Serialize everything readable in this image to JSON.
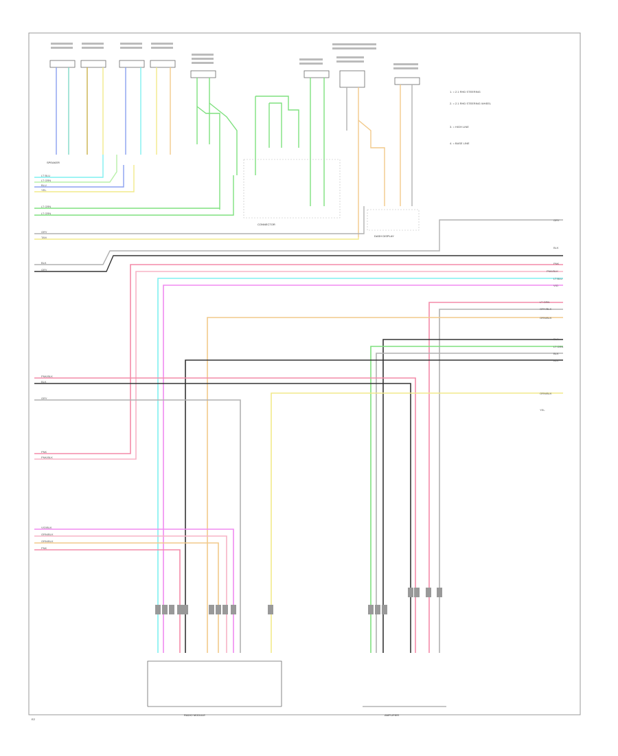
{
  "diagram": {
    "footer_code": "E2",
    "notes": [
      "1. = 2.1 RHD STEERING",
      "2. = 2.1 RHD STEERING WHEEL",
      "3. = HIGH LINE",
      "4. = BASE LINE"
    ],
    "components": {
      "speaker_group": "SPEAKER",
      "connector_center": "CONNECTOR",
      "radio_module": "RADIO MODULE",
      "amplifier": "AMPLIFIER",
      "dash_display": "DASH DISPLAY"
    },
    "right_labels": [
      "GRY",
      "BLK",
      "PNK",
      "PNK/BLK",
      "LT BLU",
      "VIO",
      "LT GRN",
      "GRY/BLK",
      "ORN/BLK",
      "BLK",
      "LT GRN",
      "BLK",
      "BLK",
      "ORN/BLK",
      "YEL"
    ],
    "left_labels": [
      "LT BLU",
      "LT GRN",
      "BLU",
      "YEL",
      "LT GRN",
      "LT GRN",
      "GRY",
      "TAN",
      "BLK",
      "GRY",
      "PNK/BLK",
      "BLK",
      "GRY",
      "PNK",
      "PNK/BLK",
      "VIO/BLK",
      "GRN/BLK",
      "ORN/BLK",
      "PNK"
    ]
  },
  "colors": {
    "pink": "#f48aa8",
    "light_pink": "#f7b3c6",
    "green": "#7ee07e",
    "light_green": "#b8f0a8",
    "yellow": "#f2ea8a",
    "orange": "#f2c98a",
    "cyan": "#7ff0f0",
    "blue": "#8aa0f0",
    "magenta": "#f08af0",
    "black": "#333333",
    "grey": "#b0b0b0"
  }
}
